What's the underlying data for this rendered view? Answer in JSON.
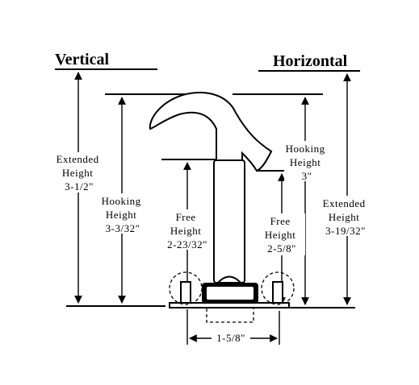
{
  "headings": {
    "vertical": "Vertical",
    "horizontal": "Horizontal"
  },
  "dimensions": {
    "left_extended": [
      "Extended",
      "Height",
      "3-1/2\""
    ],
    "left_hooking": [
      "Hooking",
      "Height",
      "3-3/32\""
    ],
    "left_free": [
      "Free",
      "Height",
      "2-23/32\""
    ],
    "right_hooking": [
      "Hooking",
      "Height",
      "3\""
    ],
    "right_free": [
      "Free",
      "Height",
      "2-5/8\""
    ],
    "right_extended": [
      "Extended",
      "Height",
      "3-19/32\""
    ],
    "base_width": "1-5/8\""
  }
}
